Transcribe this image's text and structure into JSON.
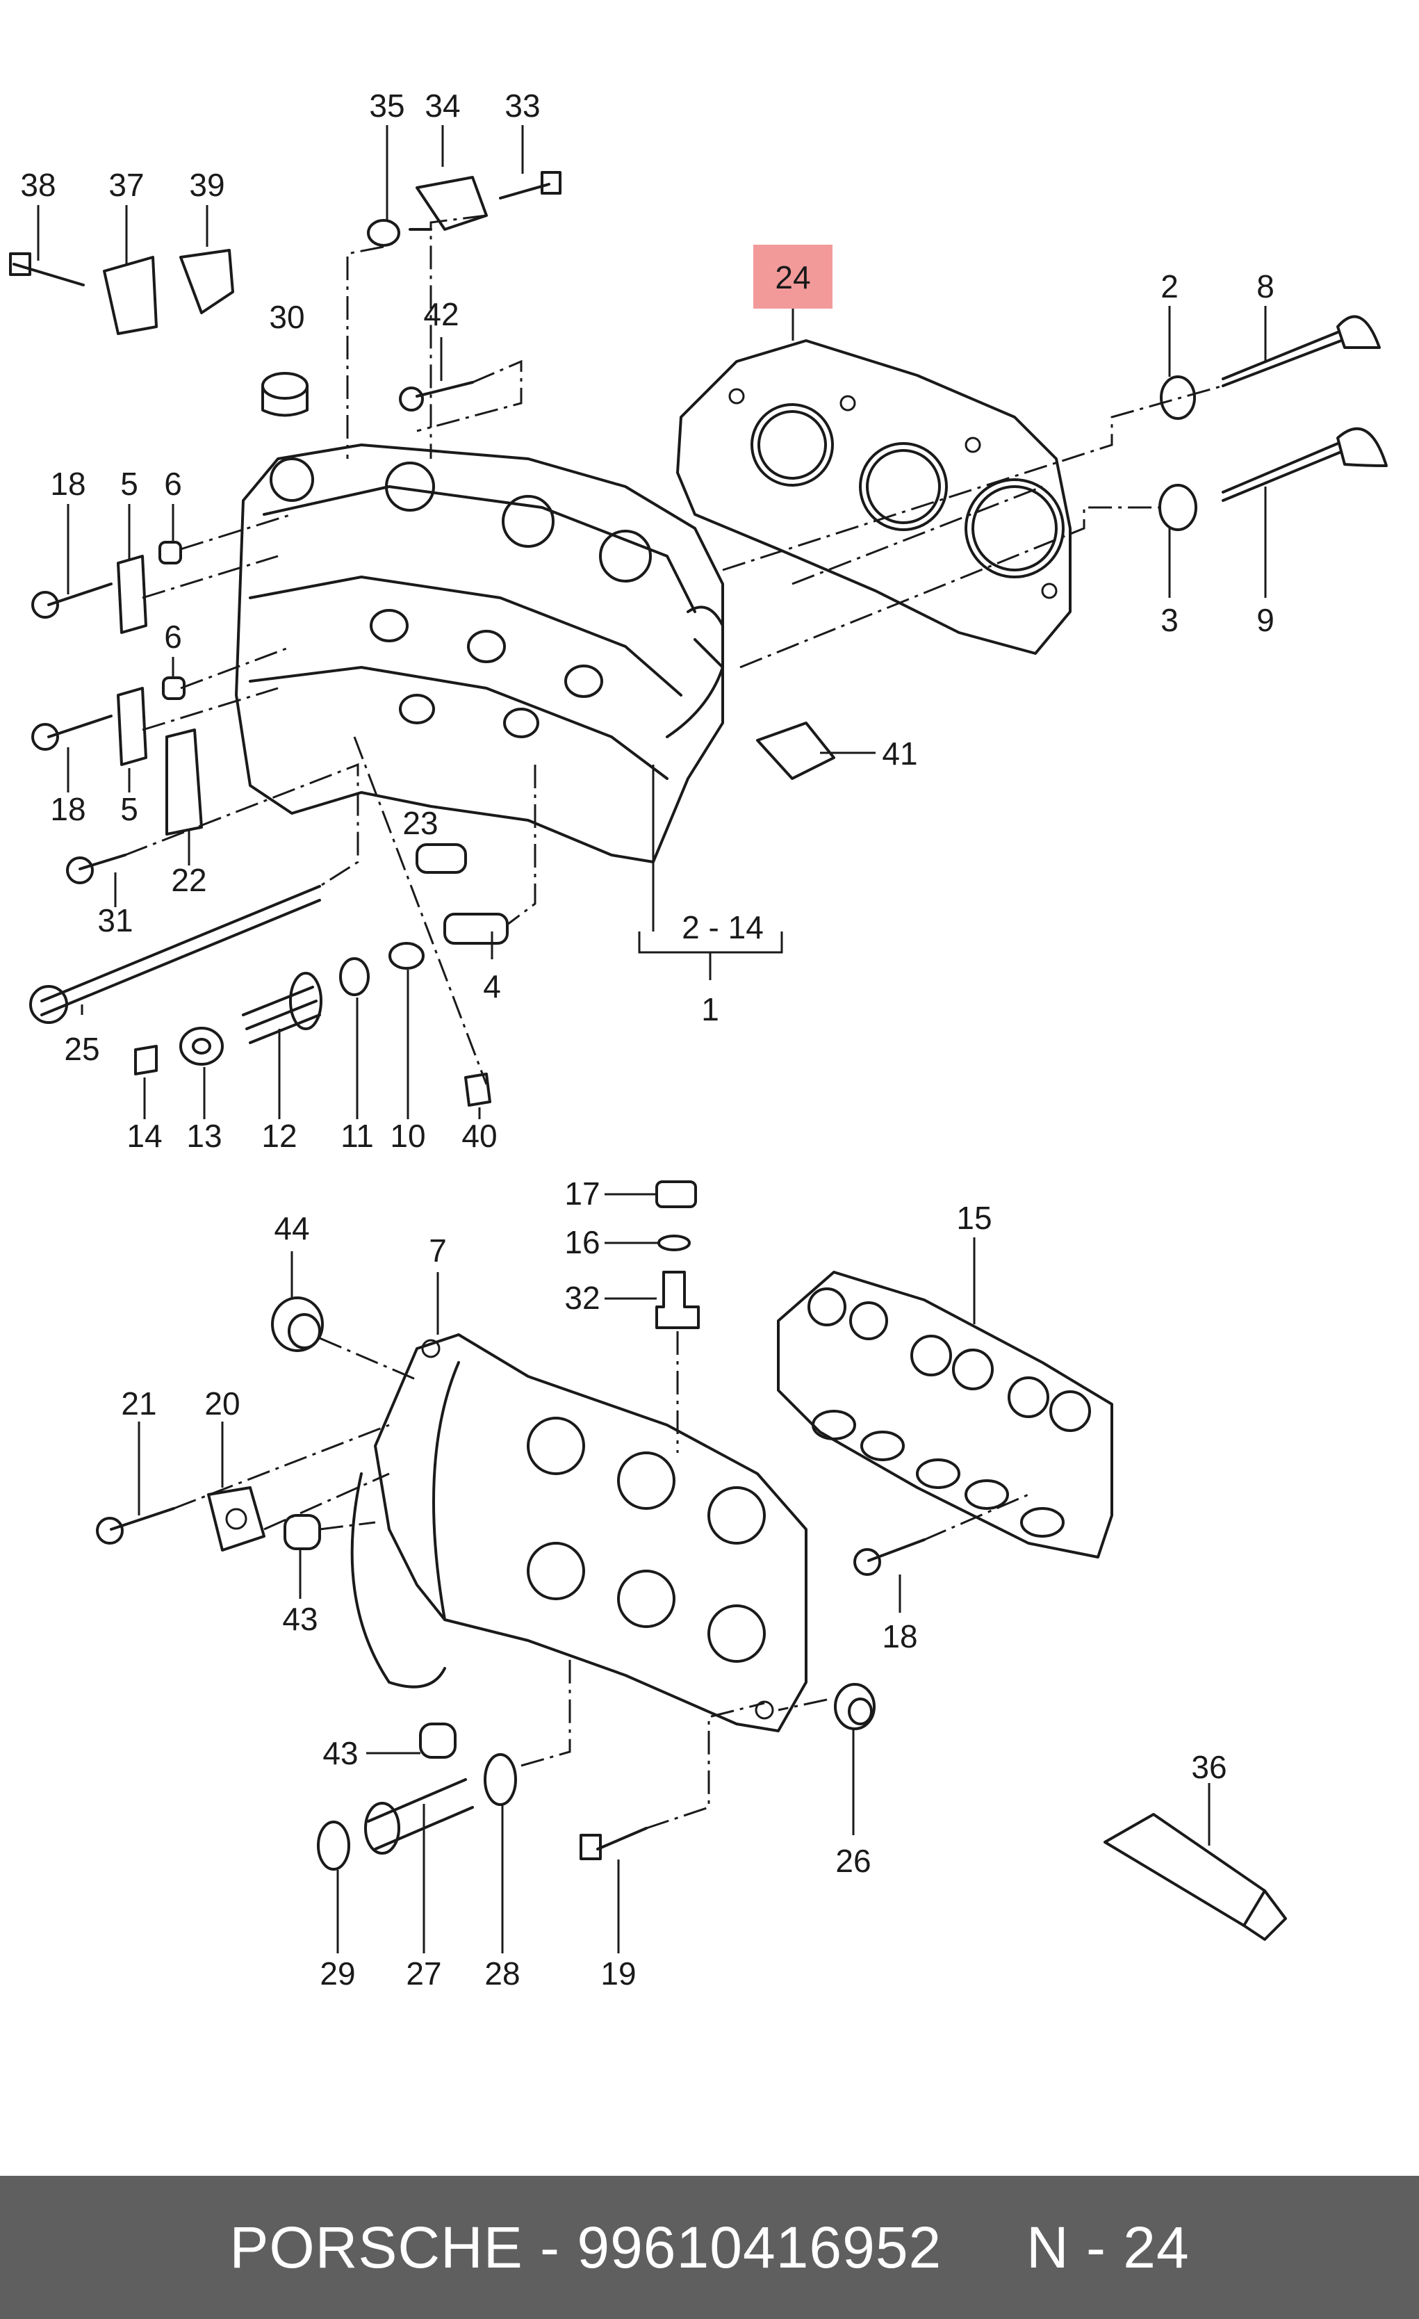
{
  "diagram": {
    "callouts": {
      "c38": "38",
      "c37": "37",
      "c39": "39",
      "c35": "35",
      "c34": "34",
      "c33": "33",
      "c30": "30",
      "c42": "42",
      "c24": "24",
      "c2a": "2",
      "c8": "8",
      "c3": "3",
      "c9": "9",
      "c18a": "18",
      "c5a": "5",
      "c6a": "6",
      "c6b": "6",
      "c18b": "18",
      "c5b": "5",
      "c41": "41",
      "c22": "22",
      "c23": "23",
      "c31": "31",
      "c214": "2 - 14",
      "c1": "1",
      "c4": "4",
      "c25": "25",
      "c14": "14",
      "c13": "13",
      "c12": "12",
      "c11": "11",
      "c10": "10",
      "c40": "40",
      "c17": "17",
      "c16": "16",
      "c32": "32",
      "c15": "15",
      "c44": "44",
      "c7": "7",
      "c21": "21",
      "c20": "20",
      "c43a": "43",
      "c18c": "18",
      "c43b": "43",
      "c36": "36",
      "c26": "26",
      "c29": "29",
      "c27": "27",
      "c28": "28",
      "c19": "19"
    },
    "highlight_color": "#f29a9a"
  },
  "footer": {
    "text": "PORSCHE - 99610416952     N - 24",
    "background": "#5f5f5f"
  }
}
